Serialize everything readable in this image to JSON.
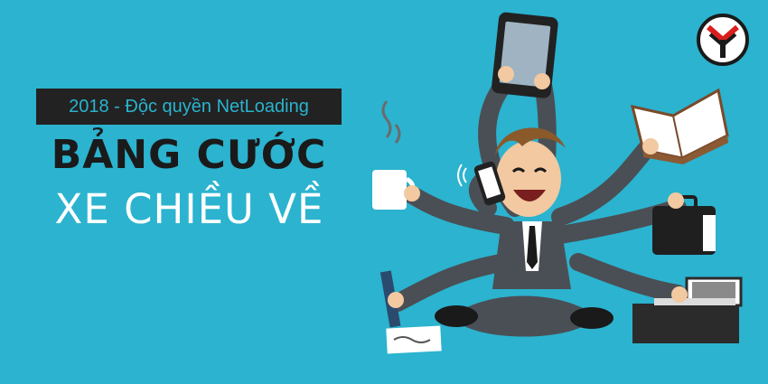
{
  "banner": {
    "tagline": "2018 - Độc quyền NetLoading",
    "title_line1": "BẢNG CƯỚC",
    "title_line2": "XE CHIỀU VỀ"
  },
  "colors": {
    "background": "#2bb3cf",
    "tagline_bg": "#222222",
    "tagline_text": "#2bb3cf",
    "title_line1": "#1a1a1a",
    "title_line2": "#ffffff",
    "suit": "#4a4f55",
    "logo_red": "#d9201f"
  },
  "illustration": {
    "subject": "multitasking-businessman-icon",
    "items": [
      "tablet-icon",
      "phone-icon",
      "coffee-cup-icon",
      "open-book-icon",
      "briefcase-icon",
      "laptop-icon",
      "pen-icon",
      "paper-icon"
    ]
  },
  "logo": {
    "icon": "brand-logo-icon"
  }
}
